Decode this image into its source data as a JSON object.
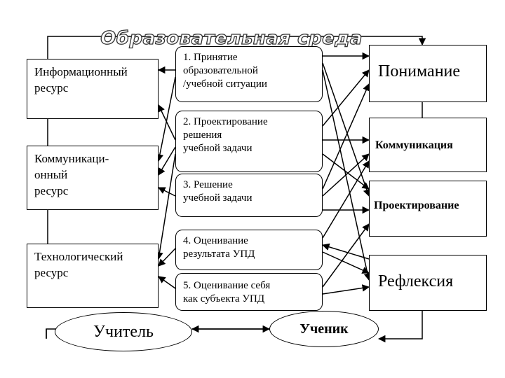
{
  "title": "Образовательная среда",
  "resources": [
    {
      "id": "info",
      "label": "Информационный\nресурс"
    },
    {
      "id": "comm",
      "label": "Коммуникаци-\nонный\nресурс"
    },
    {
      "id": "tech",
      "label": "Технологический\nресурс"
    }
  ],
  "steps": [
    {
      "id": "s1",
      "label": "1. Принятие\nобразовательной\n/учебной ситуации"
    },
    {
      "id": "s2",
      "label": "2. Проектирование\nрешения\n учебной задачи"
    },
    {
      "id": "s3",
      "label": "3. Решение\nучебной задачи"
    },
    {
      "id": "s4",
      "label": "4. Оценивание\nрезультата УПД"
    },
    {
      "id": "s5",
      "label": "5. Оценивание себя\nкак субъекта УПД"
    }
  ],
  "skills": [
    {
      "id": "k1",
      "label": "Понимание"
    },
    {
      "id": "k2",
      "label": "Коммуникация"
    },
    {
      "id": "k3",
      "label": "Проектирование"
    },
    {
      "id": "k4",
      "label": "Рефлексия"
    }
  ],
  "actors": {
    "teacher": "Учитель",
    "student": "Ученик"
  }
}
